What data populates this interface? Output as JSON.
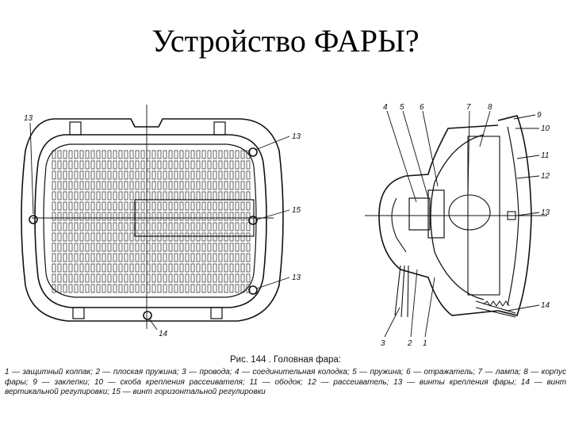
{
  "slide": {
    "title": "Устройство ФАРЫ?"
  },
  "figure": {
    "front_labels": {
      "l13a": "13",
      "l13b": "13",
      "l15": "15",
      "l13c": "13",
      "l14": "14"
    },
    "side_labels": {
      "l4": "4",
      "l5": "5",
      "l6": "6",
      "l7": "7",
      "l8": "8",
      "l9": "9",
      "l10": "10",
      "l11": "11",
      "l12": "12",
      "l13": "13",
      "l14": "14",
      "l3": "3",
      "l2": "2",
      "l1": "1"
    }
  },
  "caption": {
    "title": "Рис. 144 . Головная фара:",
    "items": [
      "1 — защитный колпак;",
      "2 — плоская пружина;",
      "3 — провода;",
      "4 — соединительная колодка;",
      "5 — пружина;",
      "6 — отражатель;",
      "7 — лампа;",
      "8 — корпус фары;",
      "9 — заклепки;",
      "10 — скоба крепления рассеивателя;",
      "11 — ободок;",
      "12 — рассеиватель;",
      "13 — винты крепления фары;",
      "14 — винт вертикальной регулировки;",
      "15 — винт горизонтальной регулировки"
    ]
  }
}
